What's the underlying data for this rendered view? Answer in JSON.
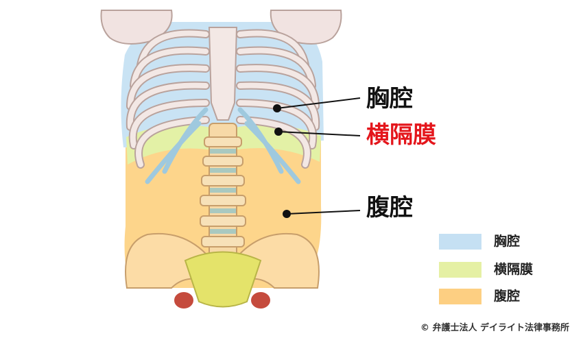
{
  "labels": {
    "thorax": "胸腔",
    "diaphragm": "横隔膜",
    "abdomen": "腹腔"
  },
  "legend": [
    {
      "label": "胸腔",
      "color": "#c5e0f3"
    },
    {
      "label": "横隔膜",
      "color": "#e5f0a4"
    },
    {
      "label": "腹腔",
      "color": "#fdcf82"
    }
  ],
  "colors": {
    "thorax": "#c9e3f4",
    "diaphragm": "#e3f1a6",
    "abdomen": "#fdd58b",
    "bone": "#f3e8e5",
    "bone_outline": "#b9a29c",
    "cartilage": "#bfe0ef",
    "highlight_label": "#e4161c",
    "text": "#111111"
  },
  "copyright": "© 弁護士法人 デイライト法律事務所"
}
